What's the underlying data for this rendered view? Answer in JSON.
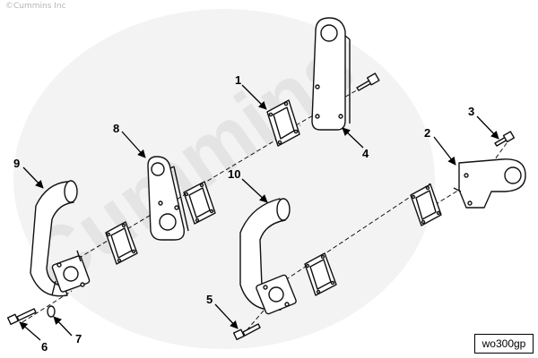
{
  "copyright": "©Cummins Inc",
  "watermark": "Cummins",
  "diagram_code": "wo300gp",
  "callouts": [
    {
      "id": "1",
      "label": "1"
    },
    {
      "id": "2",
      "label": "2"
    },
    {
      "id": "3",
      "label": "3"
    },
    {
      "id": "4",
      "label": "4"
    },
    {
      "id": "5",
      "label": "5"
    },
    {
      "id": "6",
      "label": "6"
    },
    {
      "id": "7",
      "label": "7"
    },
    {
      "id": "8",
      "label": "8"
    },
    {
      "id": "9",
      "label": "9"
    },
    {
      "id": "10",
      "label": "10"
    }
  ],
  "colors": {
    "line": "#111111",
    "watermark": "#e6e6e6"
  }
}
